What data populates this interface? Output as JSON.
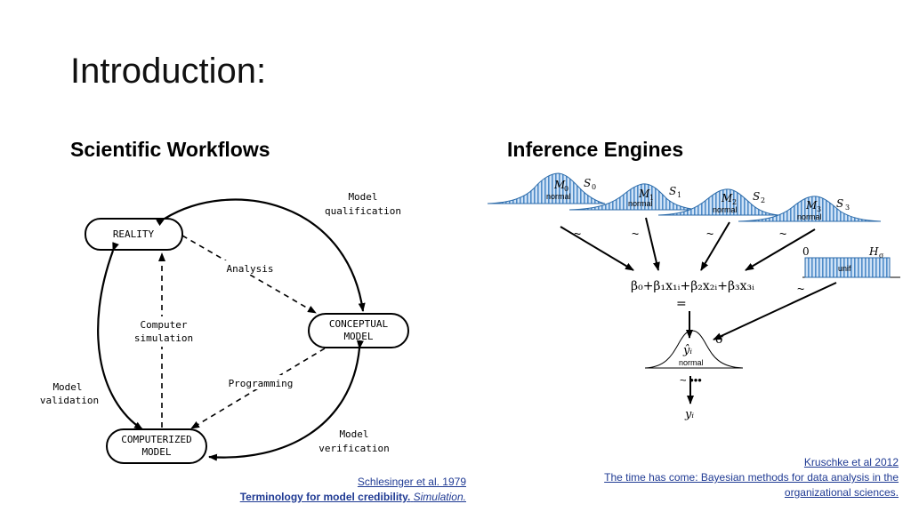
{
  "slide": {
    "title": "Introduction:",
    "left_heading": "Scientific Workflows",
    "right_heading": "Inference Engines"
  },
  "workflow": {
    "nodes": {
      "reality": "REALITY",
      "conceptual_line1": "CONCEPTUAL",
      "conceptual_line2": "MODEL",
      "computerized_line1": "COMPUTERIZED",
      "computerized_line2": "MODEL"
    },
    "labels": {
      "qualification_line1": "Model",
      "qualification_line2": "qualification",
      "analysis": "Analysis",
      "computer_line1": "Computer",
      "computer_line2": "simulation",
      "programming": "Programming",
      "validation_line1": "Model",
      "validation_line2": "validation",
      "verification_line1": "Model",
      "verification_line2": "verification"
    }
  },
  "inference": {
    "curves": [
      {
        "model": "M",
        "sub": "0",
        "dist": "normal",
        "set": "S",
        "set_sub": "0"
      },
      {
        "model": "M",
        "sub": "1",
        "dist": "normal",
        "set": "S",
        "set_sub": "1"
      },
      {
        "model": "M",
        "sub": "2",
        "dist": "normal",
        "set": "S",
        "set_sub": "2"
      },
      {
        "model": "M",
        "sub": "3",
        "dist": "normal",
        "set": "S",
        "set_sub": "3"
      }
    ],
    "uniform": {
      "zero": "0",
      "label": "unif",
      "h": "H",
      "h_sub": "σ"
    },
    "tilde": "~",
    "equals": "=",
    "sigma": "σ",
    "equation": "β₀+β₁x₁ᵢ+β₂x₂ᵢ+β₃x₃ᵢ",
    "yhat": "ŷᵢ",
    "normal": "normal",
    "tilde_dots": "~ •••",
    "y": "yᵢ"
  },
  "citations": {
    "left_line1": "Schlesinger et al. 1979",
    "left_line2_bold": "Terminology for model credibility.",
    "left_line2_italic": "Simulation.",
    "right_line1": "Kruschke et al 2012",
    "right_line2": "The time has come: Bayesian methods for data analysis in the organizational sciences."
  },
  "colors": {
    "curve_fill": "#a9cdee",
    "curve_stroke": "#2b6aa8",
    "link": "#1f3a93"
  }
}
